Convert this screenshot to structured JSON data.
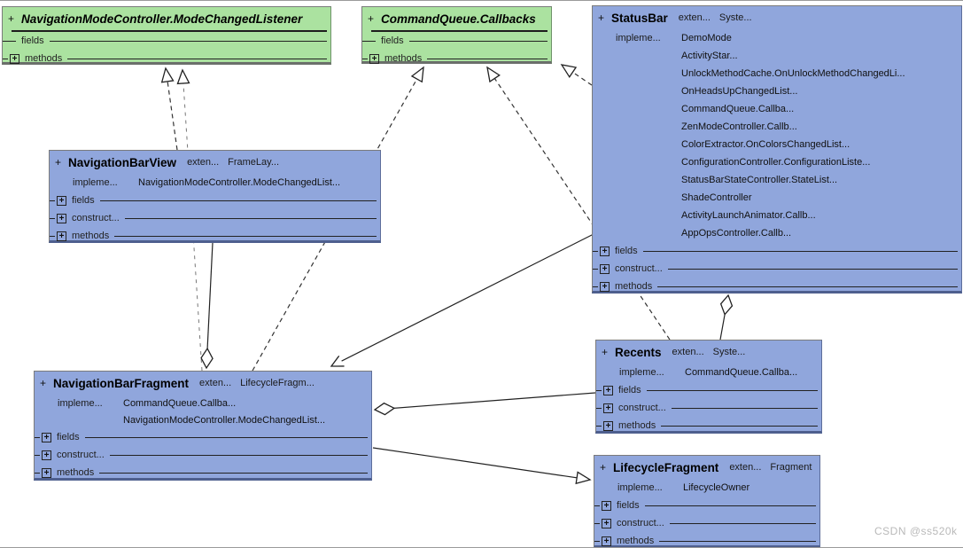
{
  "labels": {
    "fields": "fields",
    "construct": "construct...",
    "methods": "methods",
    "extends_kw": "exten...",
    "implements_kw": "impleme..."
  },
  "icons": {
    "expand": "+"
  },
  "classes": {
    "mode_changed_listener": {
      "visibility": "+",
      "name": "NavigationModeController.ModeChangedListener",
      "kind": "interface"
    },
    "command_queue_callbacks": {
      "visibility": "+",
      "name": "CommandQueue.Callbacks",
      "kind": "interface"
    },
    "status_bar": {
      "visibility": "+",
      "name": "StatusBar",
      "extends": "Syste...",
      "implements": [
        "DemoMode",
        "ActivityStar...",
        "UnlockMethodCache.OnUnlockMethodChangedLi...",
        "OnHeadsUpChangedList...",
        "CommandQueue.Callba...",
        "ZenModeController.Callb...",
        "ColorExtractor.OnColorsChangedList...",
        "ConfigurationController.ConfigurationListe...",
        "StatusBarStateController.StateList...",
        "ShadeController",
        "ActivityLaunchAnimator.Callb...",
        "AppOpsController.Callb..."
      ]
    },
    "navigation_bar_view": {
      "visibility": "+",
      "name": "NavigationBarView",
      "extends": "FrameLay...",
      "implements": [
        "NavigationModeController.ModeChangedList..."
      ]
    },
    "navigation_bar_fragment": {
      "visibility": "+",
      "name": "NavigationBarFragment",
      "extends": "LifecycleFragm...",
      "implements": [
        "CommandQueue.Callba...",
        "NavigationModeController.ModeChangedList..."
      ]
    },
    "recents": {
      "visibility": "+",
      "name": "Recents",
      "extends": "Syste...",
      "implements": [
        "CommandQueue.Callba..."
      ]
    },
    "lifecycle_fragment": {
      "visibility": "+",
      "name": "LifecycleFragment",
      "extends": "Fragment",
      "implements": [
        "LifecycleOwner"
      ]
    }
  },
  "connectors": [
    {
      "from": "NavigationBarView",
      "to": "NavigationModeController.ModeChangedListener",
      "type": "realization-dashed-hollow-triangle"
    },
    {
      "from": "NavigationBarFragment",
      "to": "NavigationModeController.ModeChangedListener",
      "type": "realization-dashed-hollow-triangle"
    },
    {
      "from": "NavigationBarFragment",
      "to": "CommandQueue.Callbacks",
      "type": "realization-dashed-hollow-triangle"
    },
    {
      "from": "Recents",
      "to": "CommandQueue.Callbacks",
      "type": "realization-dashed-hollow-triangle"
    },
    {
      "from": "StatusBar",
      "to": "CommandQueue.Callbacks",
      "type": "realization-dashed-hollow-triangle"
    },
    {
      "from": "StatusBar",
      "to": "NavigationBarFragment",
      "type": "association-open-arrow"
    },
    {
      "from": "NavigationBarView",
      "to": "NavigationBarFragment",
      "type": "aggregation-hollow-diamond"
    },
    {
      "from": "Recents",
      "to": "NavigationBarFragment",
      "type": "aggregation-hollow-diamond"
    },
    {
      "from": "Recents",
      "to": "StatusBar",
      "type": "aggregation-hollow-diamond"
    },
    {
      "from": "NavigationBarFragment",
      "to": "LifecycleFragment",
      "type": "generalization-hollow-triangle"
    }
  ],
  "watermark": "CSDN @ss520k"
}
